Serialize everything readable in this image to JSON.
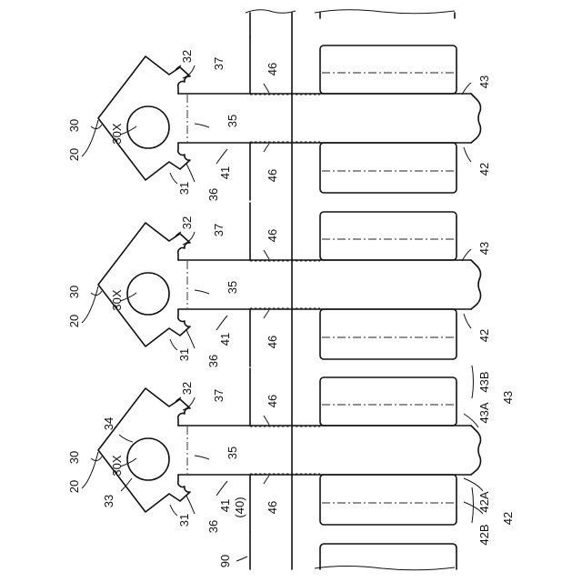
{
  "figure": {
    "labels": {
      "l20": "20",
      "l30": "30",
      "l30x": "30X",
      "l31": "31",
      "l32": "32",
      "l33": "33",
      "l34": "34",
      "l35": "35",
      "l36": "36",
      "l37": "37",
      "l40": "(40)",
      "l41": "41",
      "l42": "42",
      "l42a": "42A",
      "l42b": "42B",
      "l43": "43",
      "l43a": "43A",
      "l43b": "43B",
      "l46": "46",
      "l90": "90"
    }
  }
}
